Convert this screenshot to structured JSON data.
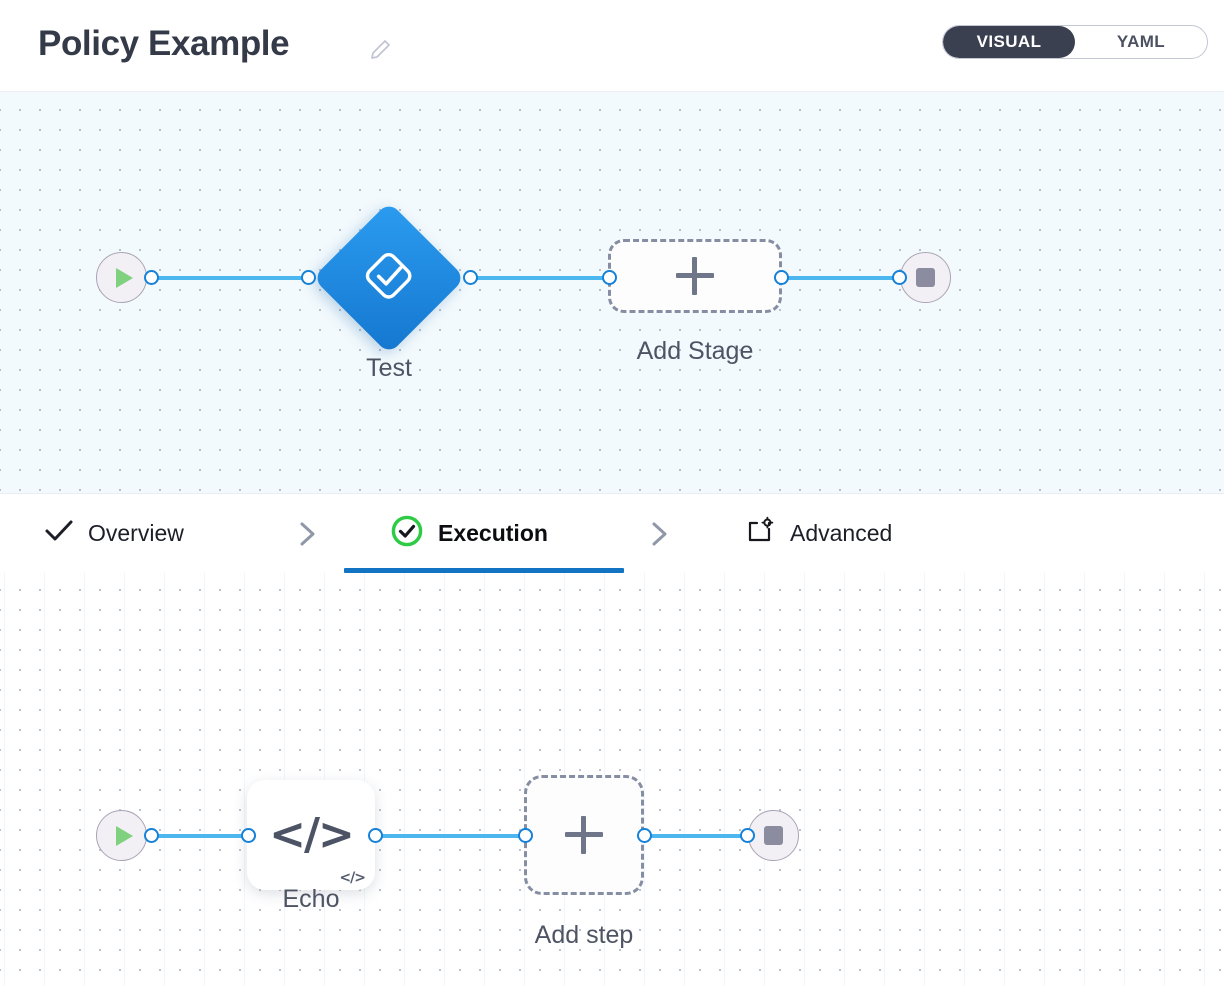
{
  "header": {
    "title": "Policy Example",
    "edit_icon": "pencil-icon",
    "view_toggle": {
      "visual_label": "VISUAL",
      "yaml_label": "YAML",
      "active": "VISUAL",
      "active_bg": "#3b4050",
      "active_text": "#ffffff"
    }
  },
  "tabs": [
    {
      "label": "Overview",
      "icon": "check-icon",
      "active": false
    },
    {
      "label": "Execution",
      "icon": "check-circle-icon",
      "active": true
    },
    {
      "label": "Advanced",
      "icon": "window-gear-icon",
      "active": false
    }
  ],
  "tab_separator_icon": "chevron-right-icon",
  "active_tab_color": "#1474c4",
  "stage_canvas": {
    "background": "#f3fafd",
    "start_node": {
      "icon": "play-icon",
      "color": "#7fd07f"
    },
    "stage_node": {
      "label": "Test",
      "icon": "check-square-icon",
      "shape": "diamond",
      "color": "#2b9cf0"
    },
    "add_stage": {
      "label": "Add Stage",
      "icon": "plus-icon"
    },
    "end_node": {
      "icon": "stop-icon",
      "color": "#8c8ca0"
    },
    "edge_color": "#4cb7ef",
    "port_color": "#1581d8"
  },
  "step_canvas": {
    "background": "#ffffff",
    "start_node": {
      "icon": "play-icon",
      "color": "#7fd07f"
    },
    "step_node": {
      "label": "Echo",
      "icon": "code-icon",
      "badge": "</>",
      "glyph": "</>"
    },
    "add_step": {
      "label": "Add step",
      "icon": "plus-icon"
    },
    "end_node": {
      "icon": "stop-icon",
      "color": "#8c8ca0"
    },
    "edge_color": "#4cb7ef",
    "port_color": "#1581d8"
  }
}
